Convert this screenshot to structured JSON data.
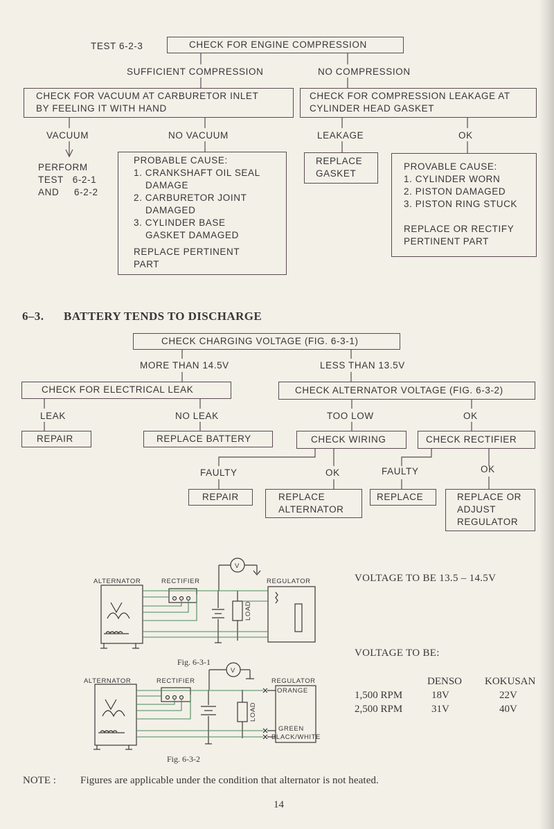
{
  "section_a": {
    "test_ref": "TEST 6-2-3",
    "check_compression": "CHECK FOR ENGINE COMPRESSION",
    "sufficient": "SUFFICIENT COMPRESSION",
    "no_compression": "NO COMPRESSION",
    "vacuum_check": [
      "CHECK FOR VACUUM AT CARBURETOR INLET",
      "BY FEELING IT WITH HAND"
    ],
    "leak_check": [
      "CHECK FOR COMPRESSION LEAKAGE AT",
      "CYLINDER HEAD GASKET"
    ],
    "vacuum": "VACUUM",
    "no_vacuum": "NO VACUUM",
    "leakage": "LEAKAGE",
    "ok": "OK",
    "perform": [
      "PERFORM",
      "TEST   6-2-1",
      "AND     6-2-2"
    ],
    "probable_cause": [
      "PROBABLE CAUSE:",
      "1. CRANKSHAFT OIL SEAL",
      "DAMAGE",
      "2. CARBURETOR JOINT",
      "DAMAGED",
      "3. CYLINDER BASE",
      "GASKET DAMAGED",
      "REPLACE PERTINENT",
      "PART"
    ],
    "replace_gasket": [
      "REPLACE",
      "GASKET"
    ],
    "provable_cause": [
      "PROVABLE CAUSE:",
      "1. CYLINDER WORN",
      "2. PISTON DAMAGED",
      "3. PISTON RING STUCK",
      "REPLACE OR RECTIFY",
      "PERTINENT PART"
    ]
  },
  "section_b": {
    "heading_num": "6–3.",
    "heading": "BATTERY TENDS TO DISCHARGE",
    "check_charging": "CHECK CHARGING VOLTAGE (FIG. 6-3-1)",
    "more_than": "MORE THAN 14.5V",
    "less_than": "LESS THAN 13.5V",
    "elec_leak": "CHECK FOR ELECTRICAL LEAK",
    "alt_voltage": "CHECK ALTERNATOR VOLTAGE (FIG. 6-3-2)",
    "leak": "LEAK",
    "no_leak": "NO LEAK",
    "too_low": "TOO LOW",
    "ok": "OK",
    "repair": "REPAIR",
    "replace_battery": "REPLACE BATTERY",
    "check_wiring": "CHECK WIRING",
    "check_rectifier": "CHECK RECTIFIER",
    "faulty": "FAULTY",
    "repair2": "REPAIR",
    "replace_alternator": [
      "REPLACE",
      "ALTERNATOR"
    ],
    "replace": "REPLACE",
    "replace_regulator": [
      "REPLACE OR",
      "ADJUST",
      "REGULATOR"
    ]
  },
  "fig1": {
    "alternator": "ALTERNATOR",
    "rectifier": "RECTIFIER",
    "regulator": "REGULATOR",
    "load": "LOAD",
    "v": "V",
    "caption": "Fig. 6-3-1"
  },
  "fig2": {
    "alternator": "ALTERNATOR",
    "rectifier": "RECTIFIER",
    "regulator": "REGULATOR",
    "orange": "ORANGE",
    "green": "GREEN",
    "black_white": "BLACK/WHITE",
    "load": "LOAD",
    "v": "V",
    "caption": "Fig. 6-3-2"
  },
  "voltage_note": "VOLTAGE TO BE 13.5 – 14.5V",
  "voltage_to_be": "VOLTAGE TO BE:",
  "table": {
    "headers": [
      "DENSO",
      "KOKUSAN"
    ],
    "rows": [
      {
        "rpm": "1,500 RPM",
        "denso": "18V",
        "kokusan": "22V"
      },
      {
        "rpm": "2,500 RPM",
        "denso": "31V",
        "kokusan": "40V"
      }
    ]
  },
  "note_label": "NOTE :",
  "note_text": "Figures are applicable under the condition that alternator is not heated.",
  "page_number": "14",
  "colors": {
    "ink": "#3a3536",
    "box": "#5a4a52",
    "line_green": "#4a8a5a",
    "paper": "#f3f0e8"
  }
}
